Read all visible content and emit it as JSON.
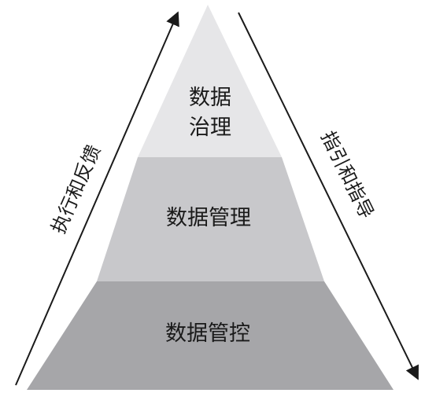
{
  "tiers": {
    "top": {
      "line1": "数据",
      "line2": "治理",
      "fill": "#e6e6e8"
    },
    "middle": {
      "label": "数据管理",
      "fill": "#c8c8cb"
    },
    "bottom": {
      "label": "数据管控",
      "fill": "#a6a6a9"
    }
  },
  "left_arrow": {
    "label": "执行和反馈"
  },
  "right_arrow": {
    "label": "指引和指导"
  },
  "colors": {
    "arrow": "#1a1a1a",
    "text": "#1a1a1a"
  }
}
